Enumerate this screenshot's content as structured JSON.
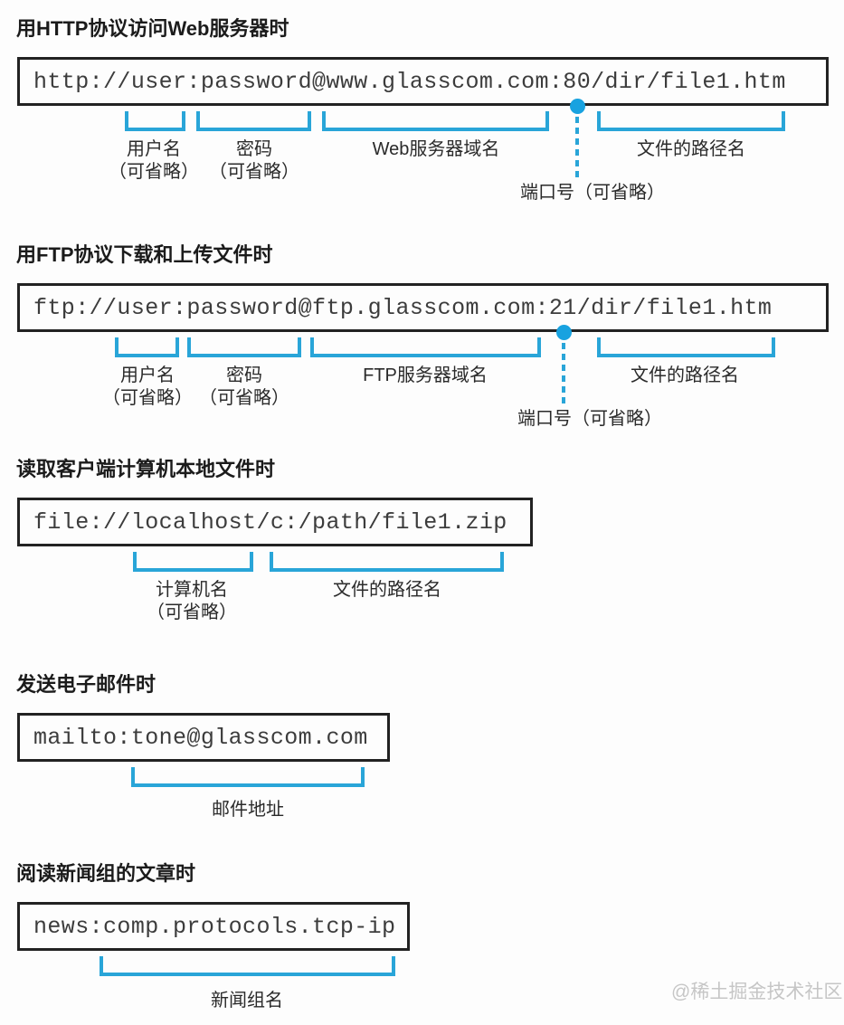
{
  "page": {
    "accent_blue": "#29a5d8",
    "dot_blue": "#18a2e0",
    "box_border": "#222222",
    "background": "#fdfdfd"
  },
  "watermark": "@稀土掘金技术社区",
  "sections": [
    {
      "title": "用HTTP协议访问Web服务器时",
      "url": "http://user:password@www.glasscom.com:80/dir/file1.htm",
      "brackets": [
        {
          "label": "用户名",
          "sub": "（可省略）"
        },
        {
          "label": "密码",
          "sub": "（可省略）"
        },
        {
          "label": "Web服务器域名",
          "sub": ""
        },
        {
          "label": "文件的路径名",
          "sub": ""
        }
      ],
      "port": {
        "label": "端口号（可省略）"
      }
    },
    {
      "title": "用FTP协议下载和上传文件时",
      "url": "ftp://user:password@ftp.glasscom.com:21/dir/file1.htm",
      "brackets": [
        {
          "label": "用户名",
          "sub": "（可省略）"
        },
        {
          "label": "密码",
          "sub": "（可省略）"
        },
        {
          "label": "FTP服务器域名",
          "sub": ""
        },
        {
          "label": "文件的路径名",
          "sub": ""
        }
      ],
      "port": {
        "label": "端口号（可省略）"
      }
    },
    {
      "title": "读取客户端计算机本地文件时",
      "url": "file://localhost/c:/path/file1.zip",
      "brackets": [
        {
          "label": "计算机名",
          "sub": "（可省略）"
        },
        {
          "label": "文件的路径名",
          "sub": ""
        }
      ]
    },
    {
      "title": "发送电子邮件时",
      "url": "mailto:tone@glasscom.com",
      "brackets": [
        {
          "label": "邮件地址",
          "sub": ""
        }
      ]
    },
    {
      "title": "阅读新闻组的文章时",
      "url": "news:comp.protocols.tcp-ip",
      "brackets": [
        {
          "label": "新闻组名",
          "sub": ""
        }
      ]
    }
  ]
}
